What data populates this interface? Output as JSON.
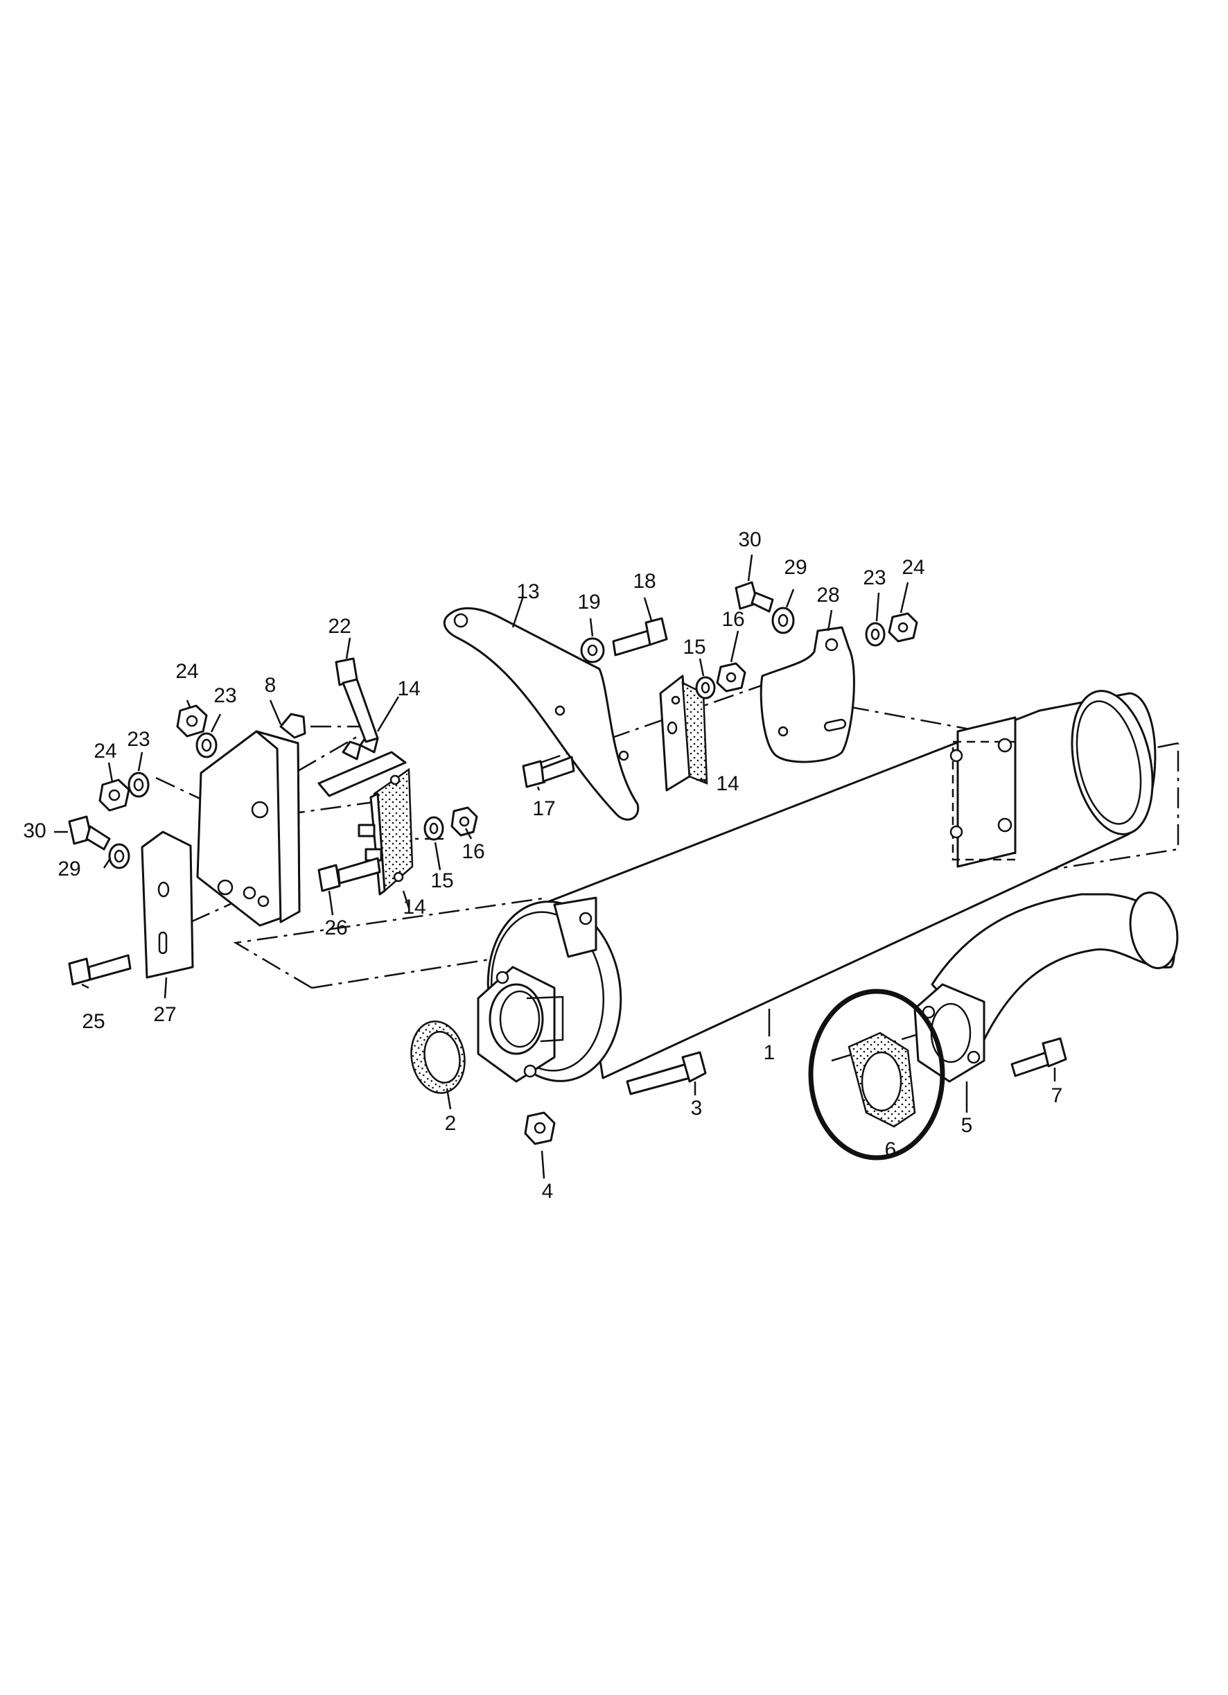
{
  "highlight": {
    "color": "#111111",
    "callout": "6"
  },
  "callouts": {
    "c1": "1",
    "c2": "2",
    "c3": "3",
    "c4": "4",
    "c5": "5",
    "c6": "6",
    "c7": "7",
    "c8": "8",
    "c13": "13",
    "c14a": "14",
    "c14b": "14",
    "c14c": "14",
    "c15a": "15",
    "c15b": "15",
    "c16a": "16",
    "c16b": "16",
    "c17": "17",
    "c18": "18",
    "c19": "19",
    "c22": "22",
    "c23a": "23",
    "c23b": "23",
    "c23c": "23",
    "c24a": "24",
    "c24b": "24",
    "c24c": "24",
    "c25": "25",
    "c26": "26",
    "c27": "27",
    "c28": "28",
    "c29a": "29",
    "c29b": "29",
    "c30a": "30",
    "c30b": "30"
  }
}
